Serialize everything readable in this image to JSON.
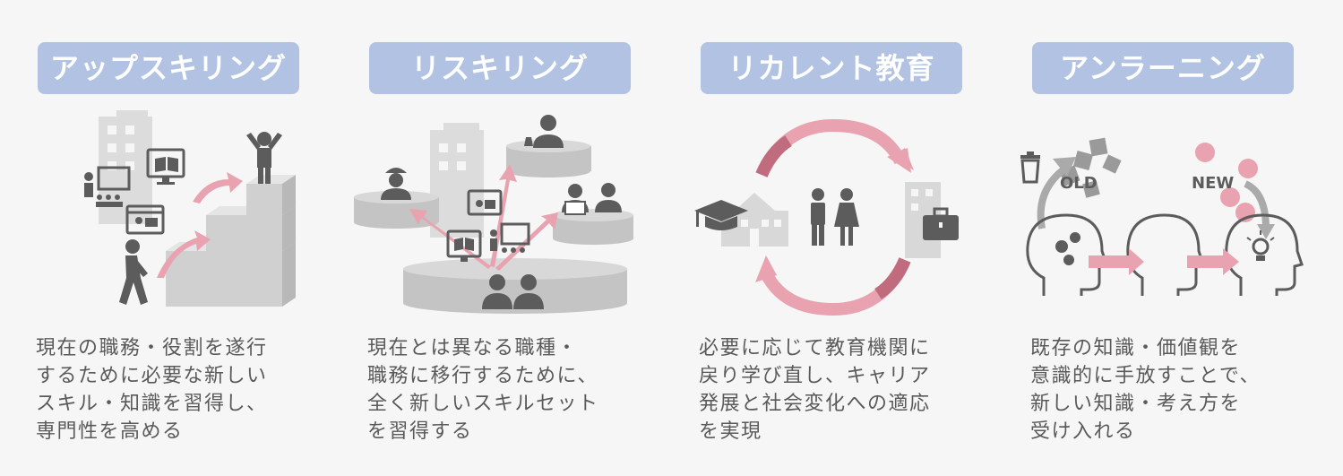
{
  "panels": [
    {
      "title": "アップスキリング",
      "lines": [
        "現在の職務・役割を遂行",
        "するために必要な新しい",
        "スキル・知識を習得し、",
        "専門性を高める"
      ]
    },
    {
      "title": "リスキリング",
      "lines": [
        "現在とは異なる職種・",
        "職務に移行するために、",
        "全く新しいスキルセット",
        "を習得する"
      ]
    },
    {
      "title": "リカレント教育",
      "lines": [
        "必要に応じて教育機関に",
        "戻り学び直し、キャリア",
        "発展と社会変化への適応",
        "を実現"
      ]
    },
    {
      "title": "アンラーニング",
      "lines": [
        "既存の知識・価値観を",
        "意識的に手放すことで、",
        "新しい知識・考え方を",
        "受け入れる"
      ]
    }
  ],
  "labels": {
    "old": "OLD",
    "new": "NEW"
  },
  "colors": {
    "background": "#f6f6f6",
    "title_pill": "#b1c2e2",
    "accent_pink": "#e8a2b0",
    "accent_pink_dark": "#c06b7e",
    "icon_dark": "#5c5c5c",
    "icon_light": "#d0d0d0",
    "body_text": "#5a5a5a"
  }
}
